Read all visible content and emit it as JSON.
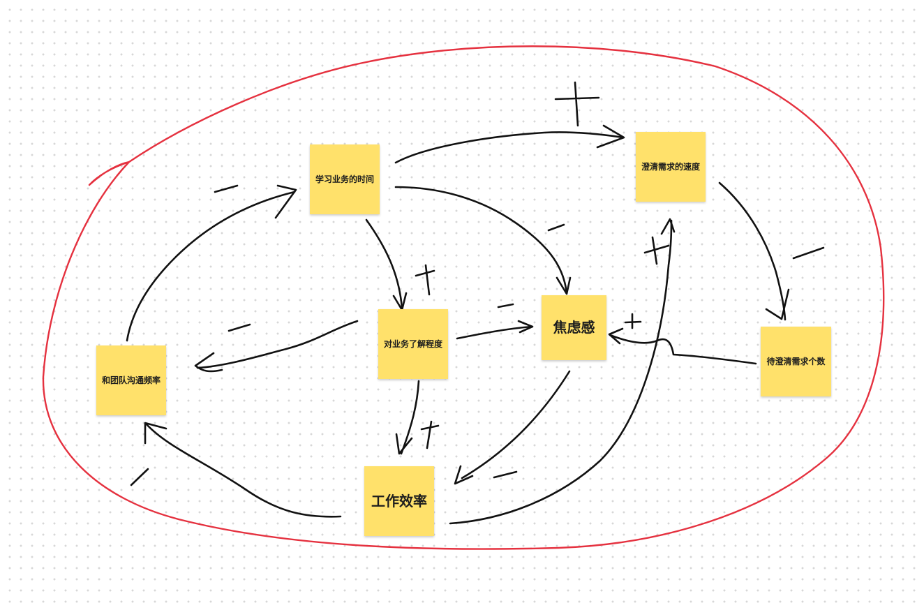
{
  "colors": {
    "sticky_fill": "#ffe16b",
    "ink": "#111111",
    "loop": "#e5313f",
    "background": "#ffffff",
    "grid_dot": "#d7d7d7"
  },
  "nodes": {
    "study_time": "学习业务的时间",
    "clarify_speed": "澄清需求的速度",
    "pending_count": "待澄清需求个数",
    "anxiety": "焦虑感",
    "understanding": "对业务了解程度",
    "team_communication": "和团队沟通频率",
    "work_efficiency": "工作效率"
  },
  "edges": [
    {
      "from": "study_time",
      "to": "clarify_speed",
      "polarity": "+"
    },
    {
      "from": "study_time",
      "to": "understanding",
      "polarity": "+"
    },
    {
      "from": "study_time",
      "to": "anxiety",
      "polarity": "-"
    },
    {
      "from": "clarify_speed",
      "to": "pending_count",
      "polarity": "-"
    },
    {
      "from": "pending_count",
      "to": "anxiety",
      "polarity": "+"
    },
    {
      "from": "understanding",
      "to": "anxiety",
      "polarity": "-"
    },
    {
      "from": "understanding",
      "to": "team_communication",
      "polarity": "-"
    },
    {
      "from": "understanding",
      "to": "work_efficiency",
      "polarity": "+"
    },
    {
      "from": "anxiety",
      "to": "work_efficiency",
      "polarity": "-"
    },
    {
      "from": "work_efficiency",
      "to": "clarify_speed",
      "polarity": "+"
    },
    {
      "from": "work_efficiency",
      "to": "team_communication",
      "polarity": "-"
    },
    {
      "from": "team_communication",
      "to": "study_time",
      "polarity": "-"
    }
  ]
}
